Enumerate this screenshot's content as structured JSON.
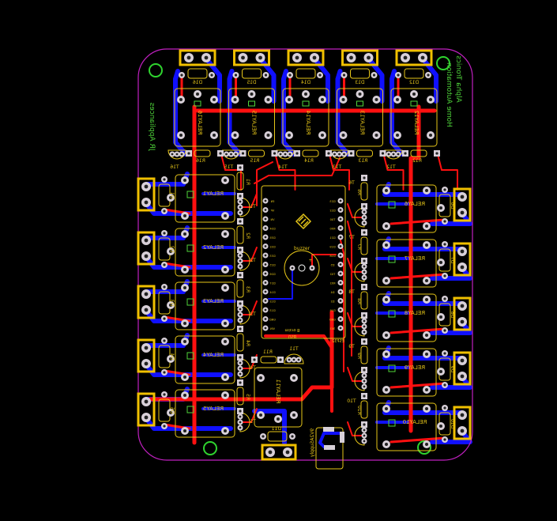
{
  "colors": {
    "background": "#000000",
    "outline": "#c020c0",
    "top_copper": "#ff1010",
    "bottom_copper": "#1010ff",
    "silkscreen": "#e6c619",
    "pad": "#d8d0d8",
    "legend": "#4fd43a",
    "keepout": "#2fd42f"
  },
  "board_text": {
    "title_line1": "Home Automation",
    "title_line2": "Alpha Tronics",
    "brand": "JR Appliances"
  },
  "top_relays": [
    {
      "relay": "RELAY16",
      "diode": "D16",
      "transistor": "T16",
      "resistor": "R16"
    },
    {
      "relay": "RELAY15",
      "diode": "D15",
      "transistor": "T15",
      "resistor": "R15"
    },
    {
      "relay": "RELAY14",
      "diode": "D14",
      "transistor": "T14",
      "resistor": "R14"
    },
    {
      "relay": "RELAY13",
      "diode": "D13",
      "transistor": "T13",
      "resistor": "R13"
    },
    {
      "relay": "RELAY12",
      "diode": "D12",
      "transistor": "T12",
      "resistor": "R12"
    }
  ],
  "left_relays": [
    {
      "relay": "RELAY1",
      "diode": "D1",
      "transistor": "T1",
      "resistor": "R1"
    },
    {
      "relay": "RELAY2",
      "diode": "D2",
      "transistor": "T2",
      "resistor": "R2"
    },
    {
      "relay": "RELAY3",
      "diode": "D3",
      "transistor": "T3",
      "resistor": "R3"
    },
    {
      "relay": "RELAY4",
      "diode": "D4",
      "transistor": "T4",
      "resistor": "R4"
    },
    {
      "relay": "RELAY5",
      "diode": "D5",
      "transistor": "T5",
      "resistor": "R5"
    }
  ],
  "right_relays": [
    {
      "relay": "RELAY6",
      "diode": "D6",
      "transistor": "T6",
      "resistor": "R6"
    },
    {
      "relay": "RELAY7",
      "diode": "D7",
      "transistor": "T7",
      "resistor": "R7"
    },
    {
      "relay": "RELAY8",
      "diode": "D8",
      "transistor": "T8",
      "resistor": "R8"
    },
    {
      "relay": "RELAY9",
      "diode": "D9",
      "transistor": "T9",
      "resistor": "R9"
    },
    {
      "relay": "RELAY10",
      "diode": "D10",
      "transistor": "T10",
      "resistor": "R10"
    }
  ],
  "bottom_relay": {
    "relay": "RELAY11",
    "diode": "D11",
    "transistor": "T11",
    "resistor": "R11"
  },
  "module": {
    "name": "ESP32",
    "usb": "USB",
    "usb_type": "micro B",
    "buzzer": "buzzer",
    "plus": "+",
    "left_pins": [
      "EN",
      "VP",
      "VN",
      "D34",
      "D35",
      "D32",
      "D33",
      "D25",
      "D26",
      "D27",
      "D14",
      "D12",
      "D13",
      "GND",
      "VIN"
    ],
    "right_pins": [
      "D23",
      "D22",
      "TX0",
      "RX0",
      "D21",
      "D19",
      "D18",
      "D5",
      "TX2",
      "RX2",
      "D4",
      "D2",
      "D15",
      "GND",
      "3V3"
    ]
  },
  "supply": {
    "label": "9V2ASupply"
  }
}
